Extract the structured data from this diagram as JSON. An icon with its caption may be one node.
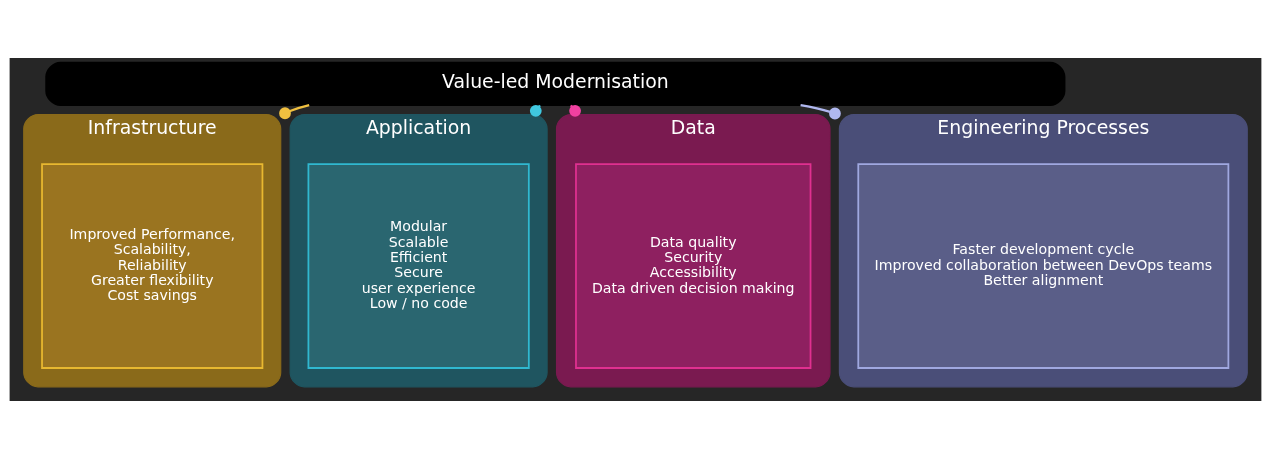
{
  "diagram": {
    "nodes": [
      {
        "text": [
          "Value-led Modernisation"
        ]
      },
      {
        "text": [
          "Infrastructure"
        ]
      },
      {
        "text": [
          "Improved Performance,",
          "Scalability,",
          "Reliability",
          "Greater flexibility",
          "Cost savings"
        ],
        "in": 1
      },
      {
        "text": [
          "Application"
        ]
      },
      {
        "text": [
          "Modular",
          "Scalable",
          "Efficient",
          "Secure",
          "user experience",
          "Low / no code"
        ],
        "in": 3
      },
      {
        "text": [
          "Data"
        ]
      },
      {
        "text": [
          "Data quality",
          "Security",
          "Accessibility",
          "Data driven decision making"
        ],
        "in": 5
      },
      {
        "text": [
          "Engineering Processes"
        ]
      },
      {
        "text": [
          "Faster development cycle",
          "Improved collaboration between DevOps teams",
          "Better alignment"
        ],
        "in": 7
      }
    ],
    "edges": [
      {
        "from": 0,
        "to": 1,
        "arrow": "other",
        "color": "#f0c040"
      },
      {
        "from": 0,
        "to": 3,
        "arrow": "other",
        "color": "#40c8e0"
      },
      {
        "from": 0,
        "to": 5,
        "arrow": "other",
        "color": "#f040a0"
      },
      {
        "from": 0,
        "to": 7,
        "arrow": "other",
        "color": "#b0b8f0"
      }
    ]
  }
}
